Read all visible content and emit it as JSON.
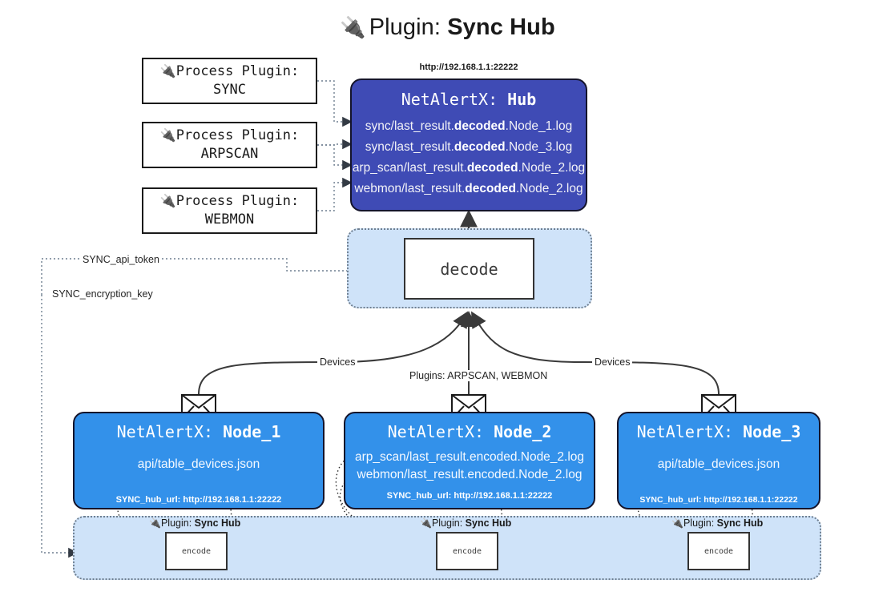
{
  "header": {
    "icon": "plug-icon",
    "prefix": "Plugin:",
    "title": "Sync Hub"
  },
  "process_plugins": [
    {
      "icon": "plug-icon",
      "label": "Process Plugin:",
      "name": "SYNC"
    },
    {
      "icon": "plug-icon",
      "label": "Process Plugin:",
      "name": "ARPSCAN"
    },
    {
      "icon": "plug-icon",
      "label": "Process Plugin:",
      "name": "WEBMON"
    }
  ],
  "hub": {
    "url": "http://192.168.1.1:22222",
    "title_prefix": "NetAlertX:",
    "title_name": "Hub",
    "logs": [
      {
        "pre": "sync/last_result.",
        "em": "decoded",
        "post": ".Node_1.log"
      },
      {
        "pre": "sync/last_result.",
        "em": "decoded",
        "post": ".Node_3.log"
      },
      {
        "pre": "arp_scan/last_result.",
        "em": "decoded",
        "post": ".Node_2.log"
      },
      {
        "pre": "webmon/last_result.",
        "em": "decoded",
        "post": ".Node_2.log"
      }
    ]
  },
  "decode": {
    "label": "decode"
  },
  "settings": {
    "api_token": "SYNC_api_token",
    "encryption_key": "SYNC_encryption_key"
  },
  "edges": {
    "devices_left": "Devices",
    "devices_right": "Devices",
    "plugins_center": "Plugins: ARPSCAN, WEBMON"
  },
  "nodes": [
    {
      "title_prefix": "NetAlertX:",
      "title_name": "Node_1",
      "lines": [
        "api/table_devices.json"
      ],
      "footer": "SYNC_hub_url: http://192.168.1.1:22222",
      "mail_icon": "envelope-icon"
    },
    {
      "title_prefix": "NetAlertX:",
      "title_name": "Node_2",
      "lines": [
        "arp_scan/last_result.encoded.Node_2.log",
        "webmon/last_result.encoded.Node_2.log"
      ],
      "footer": "SYNC_hub_url: http://192.168.1.1:22222",
      "mail_icon": "envelope-icon"
    },
    {
      "title_prefix": "NetAlertX:",
      "title_name": "Node_3",
      "lines": [
        "api/table_devices.json"
      ],
      "footer": "SYNC_hub_url: http://192.168.1.1:22222",
      "mail_icon": "envelope-icon"
    }
  ],
  "encoders": [
    {
      "plugin_label": "Plugin:",
      "plugin_name": "Sync Hub",
      "box_label": "encode",
      "icon": "plug-icon"
    },
    {
      "plugin_label": "Plugin:",
      "plugin_name": "Sync Hub",
      "box_label": "encode",
      "icon": "plug-icon"
    },
    {
      "plugin_label": "Plugin:",
      "plugin_name": "Sync Hub",
      "box_label": "encode",
      "icon": "plug-icon"
    }
  ],
  "colors": {
    "hub_fill": "#3f4bb5",
    "node_fill": "#3391ea",
    "band_fill": "#cfe3f9",
    "stroke": "#14142b"
  }
}
